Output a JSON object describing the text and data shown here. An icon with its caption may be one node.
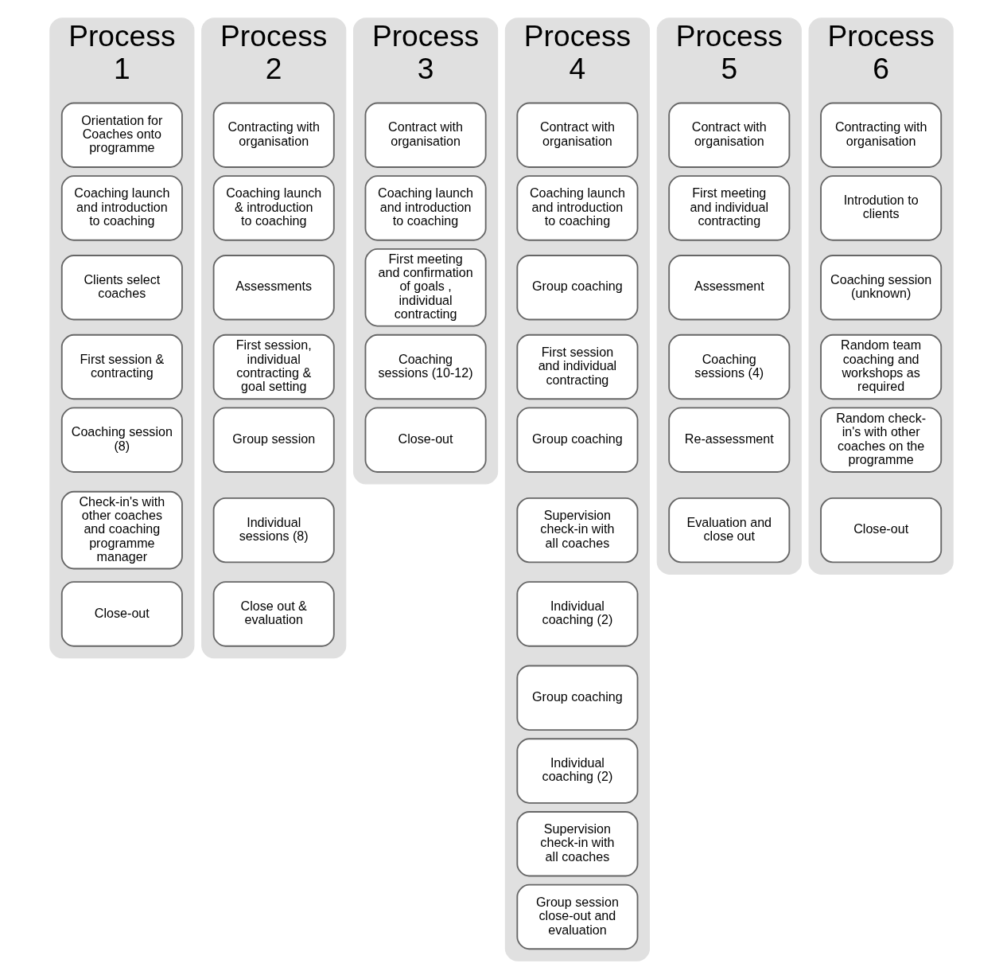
{
  "diagram": {
    "nodes": [
      {
        "text": [
          "Process 1"
        ]
      },
      {
        "text": [
          "Orientation for Coaches onto programme"
        ],
        "in": 0
      },
      {
        "text": [
          "Coaching launch and introduction to coaching"
        ],
        "in": 0
      },
      {
        "text": [
          "Clients select coaches"
        ],
        "in": 0
      },
      {
        "text": [
          "First session & contracting"
        ],
        "in": 0
      },
      {
        "text": [
          "Coaching session (8)"
        ],
        "in": 0
      },
      {
        "text": [
          "Check-in's with other coaches and coaching programme manager"
        ],
        "in": 0
      },
      {
        "text": [
          "Close-out"
        ],
        "in": 0
      },
      {
        "text": [
          "Process 2"
        ]
      },
      {
        "text": [
          "Contracting with organisation"
        ],
        "in": 8
      },
      {
        "text": [
          "Coaching launch & introduction to coaching"
        ],
        "in": 8
      },
      {
        "text": [
          "Assessments"
        ],
        "in": 8
      },
      {
        "text": [
          "First session, individual contracting & goal setting"
        ],
        "in": 8
      },
      {
        "text": [
          "Group session"
        ],
        "in": 8
      },
      {
        "text": [
          "Individual sessions (8)"
        ],
        "in": 8
      },
      {
        "text": [
          "Close out & evaluation"
        ],
        "in": 8
      },
      {
        "text": [
          "Process 3"
        ]
      },
      {
        "text": [
          "Contract with organisation"
        ],
        "in": 16
      },
      {
        "text": [
          "Coaching launch and introduction to coaching"
        ],
        "in": 16
      },
      {
        "text": [
          "First meeting and confirmation of goals , individual contracting"
        ],
        "in": 16
      },
      {
        "text": [
          "Coaching sessions (10-12)"
        ],
        "in": 16
      },
      {
        "text": [
          "Close-out"
        ],
        "in": 16
      },
      {
        "text": [
          "Process 4"
        ]
      },
      {
        "text": [
          "Contract with organisation"
        ],
        "in": 22
      },
      {
        "text": [
          "Coaching launch and introduction to coaching"
        ],
        "in": 22
      },
      {
        "text": [
          "Group coaching"
        ],
        "in": 22
      },
      {
        "text": [
          "First session and individual contracting"
        ],
        "in": 22
      },
      {
        "text": [
          "Group coaching"
        ],
        "in": 22
      },
      {
        "text": [
          "Supervision check-in with all coaches"
        ],
        "in": 22
      },
      {
        "text": [
          "Individual coaching (2)"
        ],
        "in": 22
      },
      {
        "text": [
          "Group coaching"
        ],
        "in": 22
      },
      {
        "text": [
          "Individual coaching (2)"
        ],
        "in": 22
      },
      {
        "text": [
          "Supervision check-in with all coaches"
        ],
        "in": 22
      },
      {
        "text": [
          "Group session close-out and evaluation"
        ],
        "in": 22
      },
      {
        "text": [
          "Process 5"
        ]
      },
      {
        "text": [
          "Contract with organisation"
        ],
        "in": 34
      },
      {
        "text": [
          "First meeting and individual contracting"
        ],
        "in": 34
      },
      {
        "text": [
          "Assessment"
        ],
        "in": 34
      },
      {
        "text": [
          "Coaching sessions (4)"
        ],
        "in": 34
      },
      {
        "text": [
          "Re-assessment"
        ],
        "in": 34
      },
      {
        "text": [
          "Evaluation and close out"
        ],
        "in": 34
      },
      {
        "text": [
          "Process 6"
        ]
      },
      {
        "text": [
          "Contracting with organisation"
        ],
        "in": 41
      },
      {
        "text": [
          "Introdution to clients"
        ],
        "in": 41
      },
      {
        "text": [
          "Coaching session (unknown)"
        ],
        "in": 41
      },
      {
        "text": [
          "Random team coaching and workshops as required"
        ],
        "in": 41
      },
      {
        "text": [
          "Random check-in's with other coaches on the programme"
        ],
        "in": 41
      },
      {
        "text": [
          "Close-out"
        ],
        "in": 41
      }
    ],
    "edges": []
  }
}
